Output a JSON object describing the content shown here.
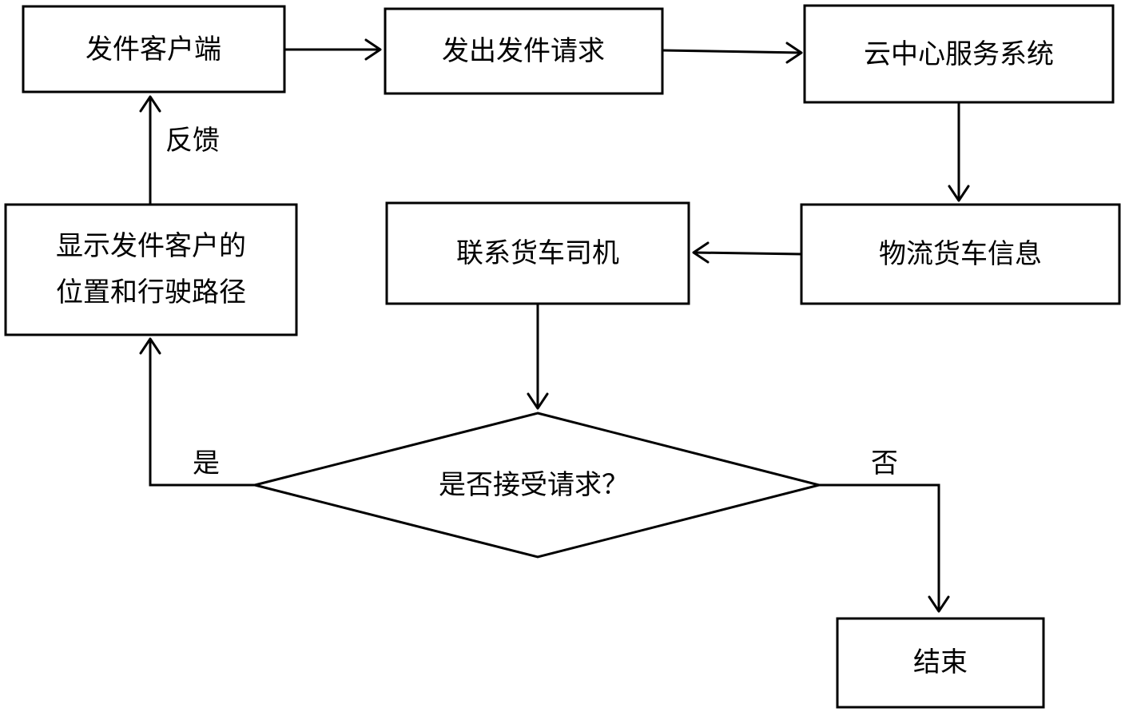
{
  "nodes": {
    "send_client": "发件客户端",
    "send_request": "发出发件请求",
    "cloud_service": "云中心服务系统",
    "truck_info": "物流货车信息",
    "contact_driver": "联系货车司机",
    "show_location_line1": "显示发件客户的",
    "show_location_line2": "位置和行驶路径",
    "decision": "是否接受请求？",
    "end": "结束"
  },
  "edge_labels": {
    "feedback": "反馈",
    "yes": "是",
    "no": "否"
  },
  "colors": {
    "stroke": "#000000",
    "fill": "#ffffff"
  }
}
